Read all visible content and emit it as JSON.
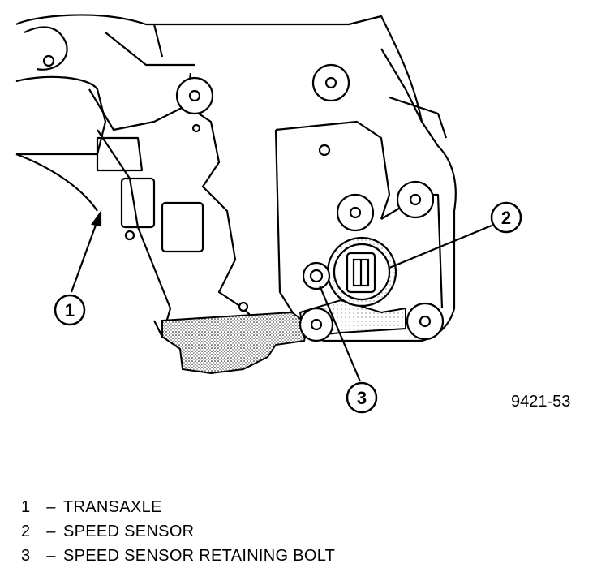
{
  "figure": {
    "id": "9421-53",
    "callouts": [
      {
        "number": "1"
      },
      {
        "number": "2"
      },
      {
        "number": "3"
      }
    ]
  },
  "legend": [
    {
      "number": "1",
      "dash": "–",
      "label": "TRANSAXLE"
    },
    {
      "number": "2",
      "dash": "–",
      "label": "SPEED SENSOR"
    },
    {
      "number": "3",
      "dash": "–",
      "label": "SPEED SENSOR RETAINING BOLT"
    }
  ]
}
